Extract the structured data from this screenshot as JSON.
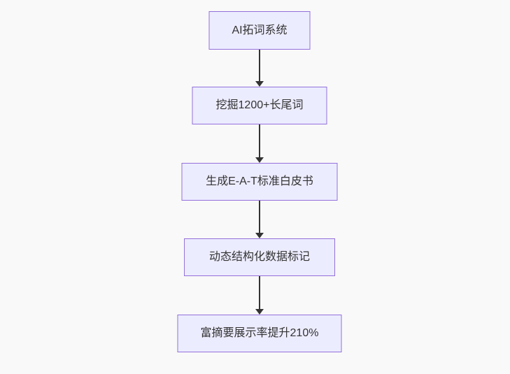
{
  "diagram": {
    "type": "flowchart",
    "direction": "top-down",
    "nodes": [
      {
        "id": "n1",
        "label": "AI拓词系统"
      },
      {
        "id": "n2",
        "label": "挖掘1200+长尾词"
      },
      {
        "id": "n3",
        "label": "生成E-A-T标准白皮书"
      },
      {
        "id": "n4",
        "label": "动态结构化数据标记"
      },
      {
        "id": "n5",
        "label": "富摘要展示率提升210%"
      }
    ],
    "edges": [
      {
        "from": "n1",
        "to": "n2"
      },
      {
        "from": "n2",
        "to": "n3"
      },
      {
        "from": "n3",
        "to": "n4"
      },
      {
        "from": "n4",
        "to": "n5"
      }
    ],
    "colors": {
      "node_fill": "#ECECFF",
      "node_border": "#9370DB",
      "text": "#333333",
      "arrow": "#333333",
      "background": "#f9f9f9"
    }
  }
}
